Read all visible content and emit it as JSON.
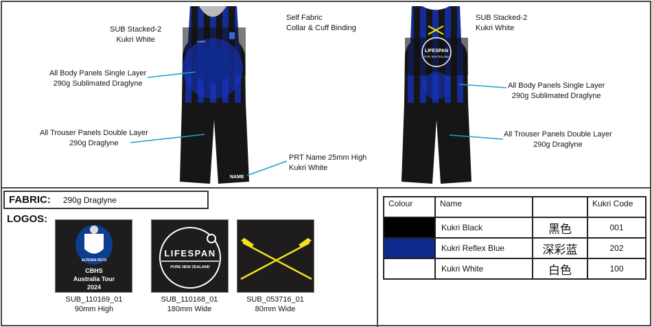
{
  "front": {
    "sub_stacked": [
      "SUB Stacked-2",
      "Kukri White"
    ],
    "self_fabric": [
      "Self Fabric",
      "Collar & Cuff Binding"
    ],
    "body_panels": [
      "All Body Panels Single Layer",
      "290g Sublimated Draglyne"
    ],
    "trouser_panels": [
      "All Trouser Panels Double Layer",
      "290g Draglyne"
    ],
    "prt_name": [
      "PRT Name 25mm High",
      "Kukri White"
    ],
    "name_print": "NAME"
  },
  "back": {
    "sub_stacked": [
      "SUB Stacked-2",
      "Kukri White"
    ],
    "body_panels": [
      "All Body Panels Single Layer",
      "290g Sublimated Draglyne"
    ],
    "trouser_panels": [
      "All Trouser Panels Double Layer",
      "290g Draglyne"
    ],
    "logo_text": [
      "LIFESPAN",
      "PURE NEW ZEALAND"
    ]
  },
  "fabric": {
    "label": "FABRIC:",
    "value": "290g Draglyne"
  },
  "logos": {
    "label": "LOGOS:",
    "items": [
      {
        "text": [
          "CBHS",
          "Australia Tour",
          "2024"
        ],
        "motto": "ALTIORA PETO",
        "code": "SUB_110169_01",
        "size": "90mm High"
      },
      {
        "text": [
          "LIFESPAN",
          "PURE NEW ZEALAND"
        ],
        "code": "SUB_110168_01",
        "size": "180mm Wide"
      },
      {
        "code": "SUB_053716_01",
        "size": "80mm Wide"
      }
    ]
  },
  "colours": {
    "headers": [
      "Colour",
      "Name",
      "",
      "Kukri Code"
    ],
    "rows": [
      {
        "swatch": "#000000",
        "name": "Kukri Black",
        "chinese": "黑色",
        "code": "001"
      },
      {
        "swatch": "#0d2a8c",
        "name": "Kukri Reflex Blue",
        "chinese": "深彩蓝",
        "code": "202"
      },
      {
        "swatch": "#ffffff",
        "name": "Kukri White",
        "chinese": "白色",
        "code": "100"
      }
    ]
  },
  "accent": "#1aa3d0"
}
